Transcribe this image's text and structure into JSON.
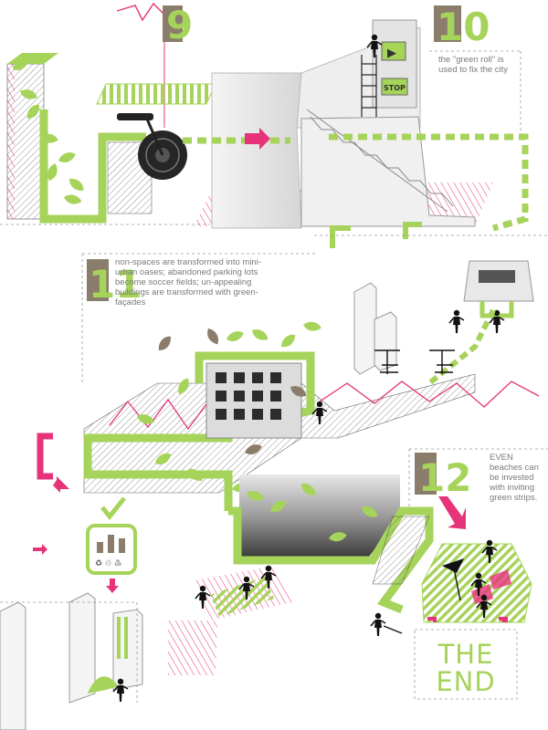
{
  "colors": {
    "accent_green": "#a6d35a",
    "accent_pink": "#e6337a",
    "badge_brown": "#8b7d6b",
    "line_gray": "#9a9a9a"
  },
  "steps": [
    {
      "number": "9",
      "caption": ""
    },
    {
      "number": "10",
      "caption": "the \"green roll\" is used to fix the city"
    },
    {
      "number": "11",
      "caption": "non-spaces are transformed into mini-urban oases; abandoned parking lots become soccer fields; un-appealing buildings are transformed with green-façades"
    },
    {
      "number": "12",
      "caption": "EVEN beaches can be invested with inviting green strips."
    }
  ],
  "machine_buttons": {
    "play": "▶",
    "stop": "STOP"
  },
  "ending": {
    "line1": "THE",
    "line2": "END"
  },
  "icons": [
    "bracket-icon",
    "checkmark-icon",
    "recycle-bin-icon",
    "arrow-icon",
    "leaf-icon",
    "person-icon"
  ]
}
